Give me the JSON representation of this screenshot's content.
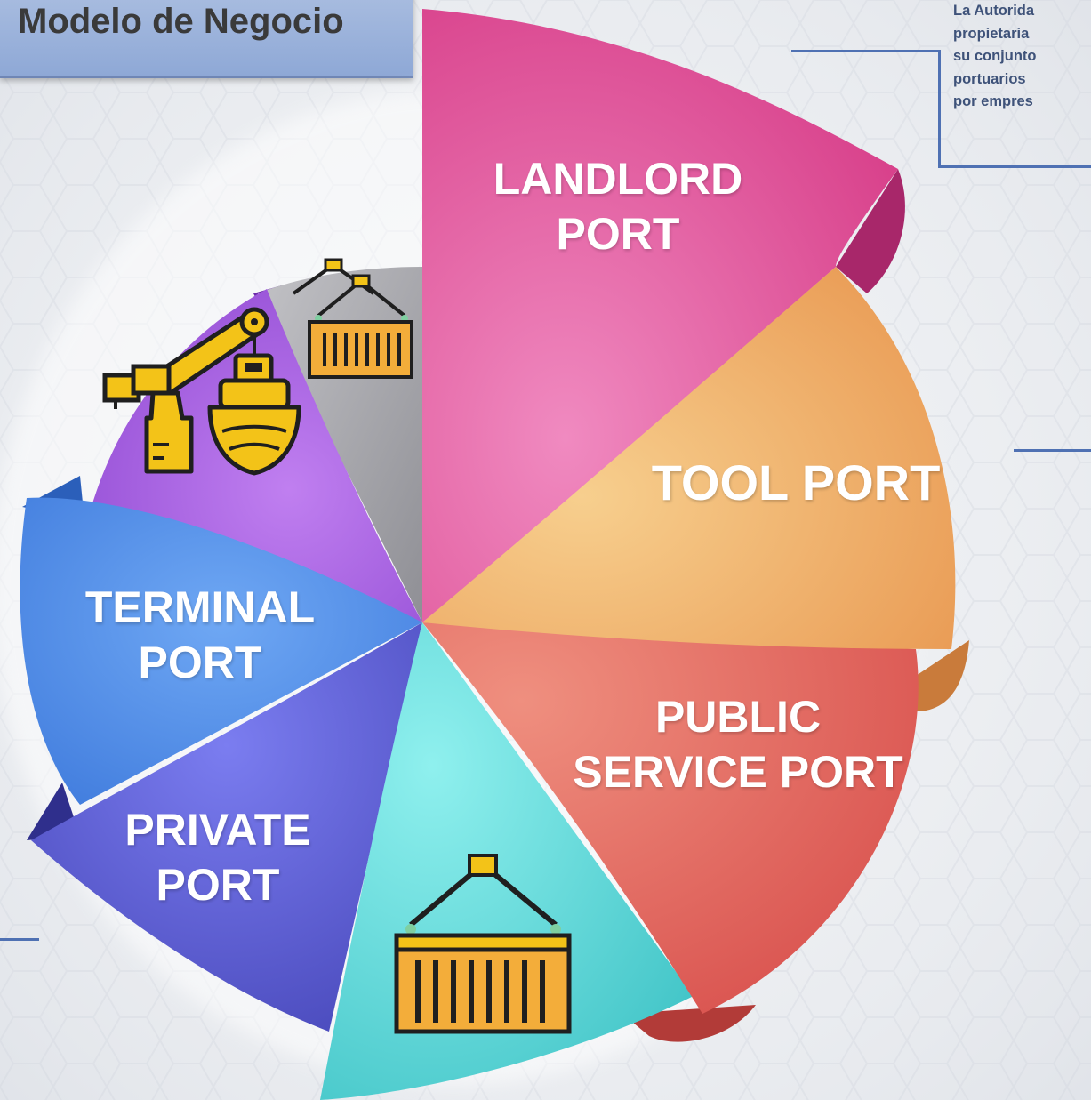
{
  "title": "Modelo de Negocio",
  "note_lines": [
    "La  Autorida",
    "propietaria",
    "su  conjunto",
    "portuarios",
    "por empres"
  ],
  "segments": {
    "landlord": [
      "LANDLORD",
      "PORT"
    ],
    "tool": [
      "TOOL PORT"
    ],
    "public_service": [
      "PUBLIC",
      "SERVICE PORT"
    ],
    "private": [
      "PRIVATE",
      "PORT"
    ],
    "terminal": [
      "TERMINAL",
      "PORT"
    ]
  },
  "colors": {
    "landlord": "#dc4a92",
    "tool": "#eea35e",
    "public_service": "#df5f5c",
    "teal": "#5fd3d5",
    "private": "#5f5ed0",
    "terminal": "#4a86e8",
    "purple": "#a860e4",
    "gray": "#a8a8ac",
    "accent_line": "#4f71b3"
  },
  "icons": {
    "crane": "crane-ship-icon",
    "container_top": "hanging-container-icon",
    "container_bottom": "hanging-container-icon"
  }
}
